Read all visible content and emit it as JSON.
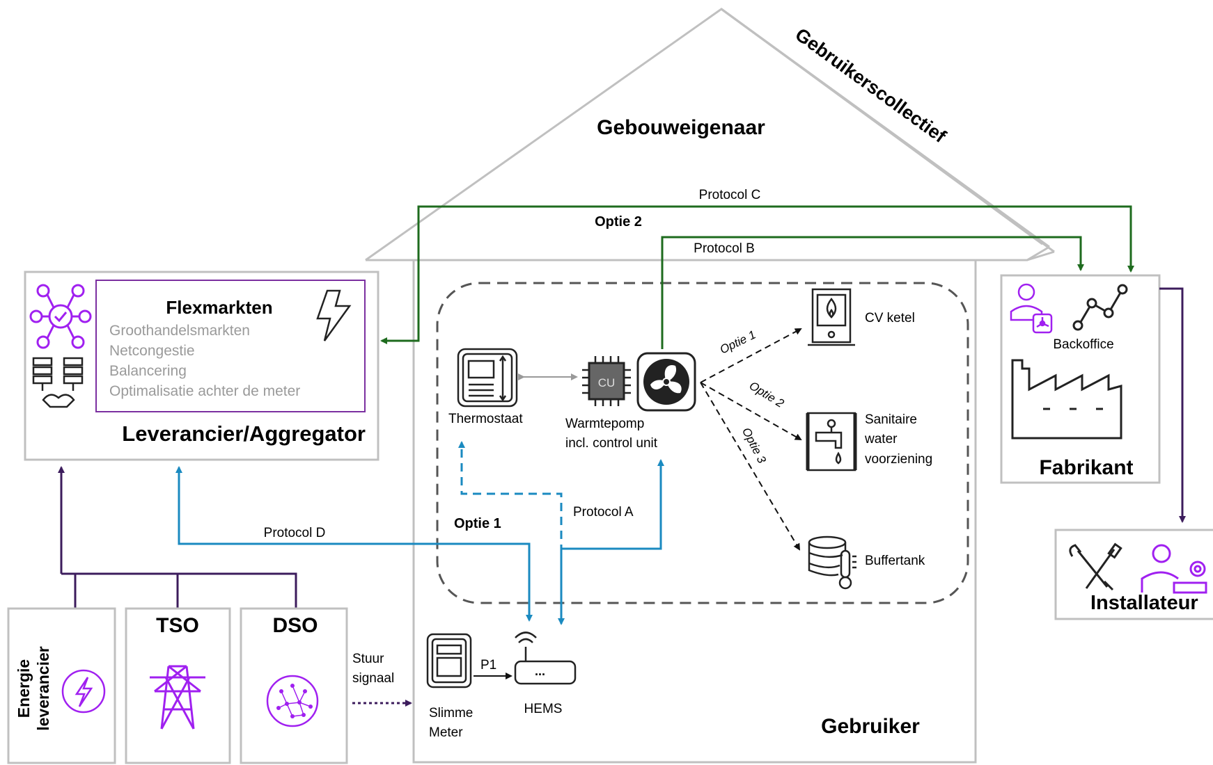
{
  "house": {
    "owner_label": "Gebouweigenaar",
    "collective_label": "Gebruikerscollectief",
    "user_label": "Gebruiker"
  },
  "aggregator": {
    "title": "Leverancier/Aggregator",
    "flexmarkets_title": "Flexmarkten",
    "flexmarkets_items": [
      "Groothandelsmarkten",
      "Netcongestie",
      "Balancering",
      "Optimalisatie achter de meter"
    ]
  },
  "devices": {
    "thermostat": "Thermostaat",
    "cu_chip": "CU",
    "heatpump_line1": "Warmtepomp",
    "heatpump_line2": "incl. control unit",
    "cv_boiler": "CV ketel",
    "sanitary_line1": "Sanitaire",
    "sanitary_line2": "water",
    "sanitary_line3": "voorziening",
    "buffertank": "Buffertank",
    "smart_meter_line1": "Slimme",
    "smart_meter_line2": "Meter",
    "hems": "HEMS",
    "p1": "P1",
    "hems_dots": "..."
  },
  "connections": {
    "protocol_a": "Protocol A",
    "protocol_b": "Protocol B",
    "protocol_c": "Protocol C",
    "protocol_d": "Protocol D",
    "optie_1": "Optie 1",
    "optie_2": "Optie 2",
    "device_optie_1": "Optie 1",
    "device_optie_2": "Optie 2",
    "device_optie_3": "Optie 3",
    "steer_signal_line1": "Stuur",
    "steer_signal_line2": "signaal"
  },
  "manufacturer": {
    "title": "Fabrikant",
    "backoffice": "Backoffice"
  },
  "installer": {
    "title": "Installateur"
  },
  "grid_parties": {
    "energy_supplier_line1": "Energie",
    "energy_supplier_line2": "leverancier",
    "tso": "TSO",
    "dso": "DSO"
  },
  "colors": {
    "house_outline": "#c0c0c0",
    "dashed_boundary": "#555555",
    "blue_connection": "#1a8ac0",
    "green_connection": "#1e6b1e",
    "purple_connection": "#3c1c5c",
    "icon_purple": "#a020f0",
    "flexmarket_border": "#7b2fa0",
    "muted_text": "#9a9a9a"
  }
}
